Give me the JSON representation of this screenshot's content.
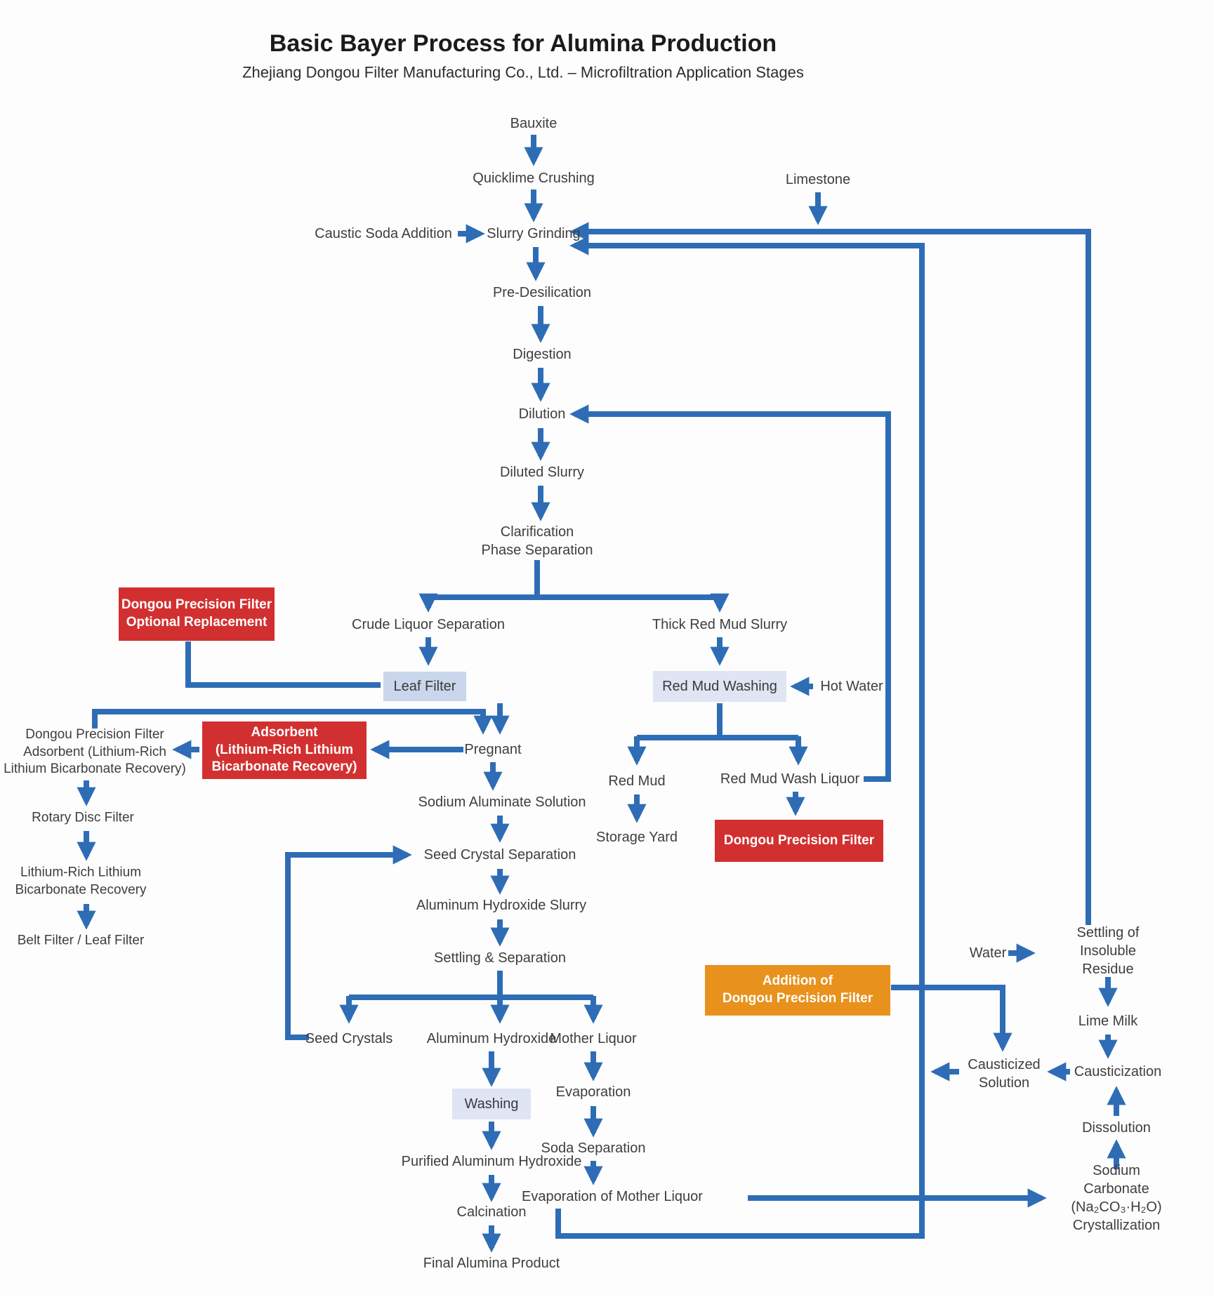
{
  "header": {
    "title": "Basic Bayer Process for Alumina Production",
    "subtitle": "Zhejiang Dongou Filter Manufacturing Co., Ltd. – Microfiltration Application Stages"
  },
  "colors": {
    "arrow_blue": "#2e6db5",
    "box_red": "#d23030",
    "box_orange": "#e8921d",
    "box_blue_dark": "#c9d6eb",
    "box_blue_light": "#dfe5f3",
    "text": "#3e3e3e"
  },
  "nodes": {
    "bauxite": {
      "label": "Bauxite"
    },
    "quicklime_crushing": {
      "label": "Quicklime Crushing"
    },
    "limestone": {
      "label": "Limestone"
    },
    "caustic_soda_addition": {
      "label": "Caustic Soda Addition"
    },
    "slurry_grinding": {
      "label": "Slurry Grinding"
    },
    "pre_desilication": {
      "label": "Pre-Desilication"
    },
    "digestion": {
      "label": "Digestion"
    },
    "dilution": {
      "label": "Dilution"
    },
    "diluted_slurry": {
      "label": "Diluted Slurry"
    },
    "clarification": {
      "label": "Clarification\nPhase Separation"
    },
    "crude_liquor_separation": {
      "label": "Crude Liquor Separation"
    },
    "thick_red_mud_slurry": {
      "label": "Thick Red Mud Slurry"
    },
    "leaf_filter": {
      "label": "Leaf Filter"
    },
    "red_mud_washing": {
      "label": "Red Mud Washing"
    },
    "hot_water": {
      "label": "Hot Water"
    },
    "optional_replacement": {
      "label": "Dongou Precision Filter\nOptional Replacement"
    },
    "pregnant": {
      "label": "Pregnant"
    },
    "adsorbent": {
      "label": "Adsorbent\n(Lithium-Rich Lithium\nBicarbonate Recovery)"
    },
    "dpf_adsorbent": {
      "label": "Dongou Precision Filter\nAdsorbent (Lithium-Rich\nLithium Bicarbonate Recovery)"
    },
    "rotary_disc_filter": {
      "label": "Rotary Disc Filter"
    },
    "lithium_recovery": {
      "label": "Lithium-Rich Lithium\nBicarbonate Recovery"
    },
    "belt_filter": {
      "label": "Belt Filter / Leaf Filter"
    },
    "sodium_aluminate_solution": {
      "label": "Sodium Aluminate Solution"
    },
    "seed_crystal_separation": {
      "label": "Seed Crystal Separation"
    },
    "aluminum_hydroxide_slurry": {
      "label": "Aluminum Hydroxide Slurry"
    },
    "settling_separation": {
      "label": "Settling & Separation"
    },
    "red_mud": {
      "label": "Red Mud"
    },
    "storage_yard": {
      "label": "Storage Yard"
    },
    "red_mud_wash_liquor": {
      "label": "Red Mud Wash Liquor"
    },
    "dongou_precision_filter": {
      "label": "Dongou Precision Filter"
    },
    "seed_crystals": {
      "label": "Seed Crystals"
    },
    "aluminum_hydroxide": {
      "label": "Aluminum Hydroxide"
    },
    "mother_liquor": {
      "label": "Mother Liquor"
    },
    "washing": {
      "label": "Washing"
    },
    "evaporation": {
      "label": "Evaporation"
    },
    "soda_separation": {
      "label": "Soda Separation"
    },
    "purified_aluminum_hydroxide": {
      "label": "Purified Aluminum Hydroxide"
    },
    "calcination": {
      "label": "Calcination"
    },
    "final_alumina_product": {
      "label": "Final Alumina Product"
    },
    "evaporation_mother_liquor": {
      "label": "Evaporation of Mother Liquor"
    },
    "sodium_carbonate": {
      "label": "Sodium Carbonate\n(Na₂CO₃·H₂O)\nCrystallization"
    },
    "dissolution": {
      "label": "Dissolution"
    },
    "causticization": {
      "label": "Causticization"
    },
    "causticized_solution": {
      "label": "Causticized\nSolution"
    },
    "addition_dpf": {
      "label": "Addition of\nDongou Precision Filter"
    },
    "water": {
      "label": "Water"
    },
    "settling_insoluble_residue": {
      "label": "Settling of Insoluble\nResidue"
    },
    "lime_milk": {
      "label": "Lime Milk"
    }
  }
}
